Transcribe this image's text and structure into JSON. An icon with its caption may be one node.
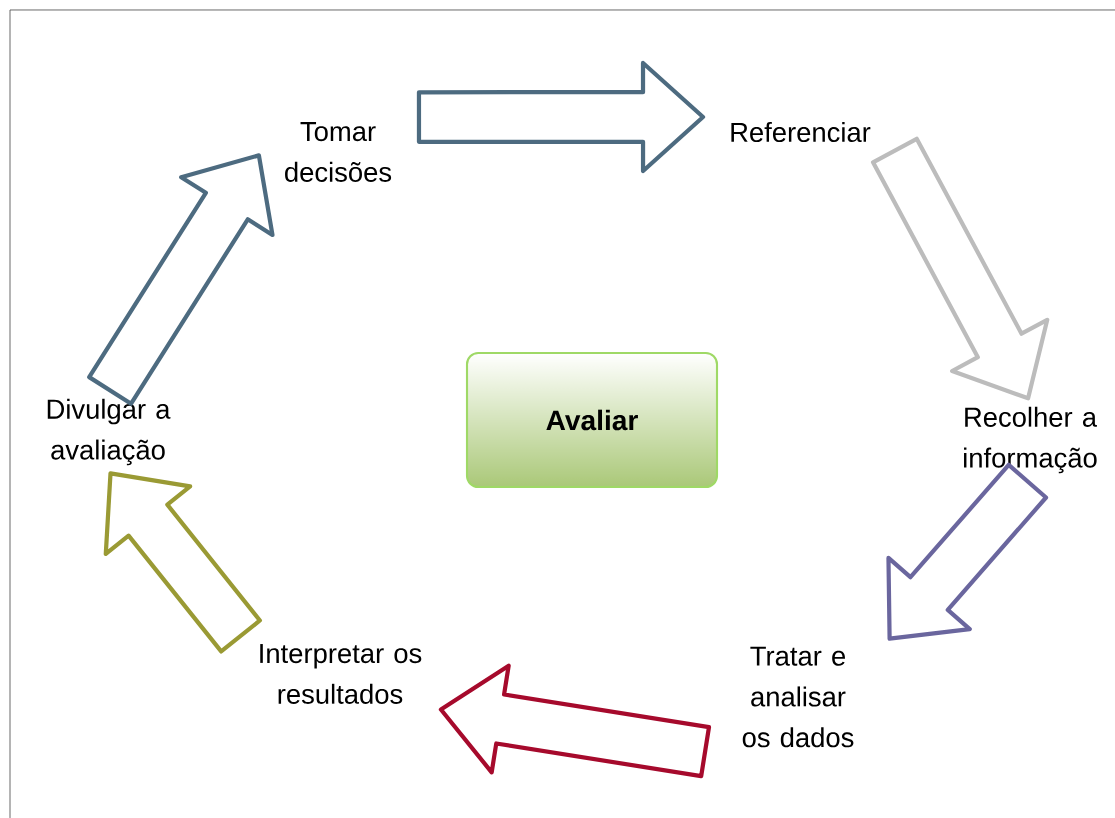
{
  "diagram": {
    "nodes": [
      {
        "text": [
          "Avaliar"
        ]
      },
      {
        "text": [
          "Referenciar"
        ]
      },
      {
        "text": [
          "Recolher a informação"
        ]
      },
      {
        "text": [
          "Tratar e analisar os dados"
        ]
      },
      {
        "text": [
          "Interpretar os resultados"
        ]
      },
      {
        "text": [
          "Divulgar a avaliação"
        ]
      },
      {
        "text": [
          "Tomar decisões"
        ]
      }
    ],
    "edges": [
      {
        "from": 6,
        "to": 1,
        "arrow": "to",
        "color": "#4d6b80"
      },
      {
        "from": 1,
        "to": 2,
        "arrow": "to",
        "color": "#bcbcbc"
      },
      {
        "from": 2,
        "to": 3,
        "arrow": "to",
        "color": "#6a669e"
      },
      {
        "from": 3,
        "to": 4,
        "arrow": "to",
        "color": "#a60a2c"
      },
      {
        "from": 4,
        "to": 5,
        "arrow": "to",
        "color": "#9a9a34"
      },
      {
        "from": 5,
        "to": 6,
        "arrow": "to",
        "color": "#4d6b80"
      }
    ]
  }
}
